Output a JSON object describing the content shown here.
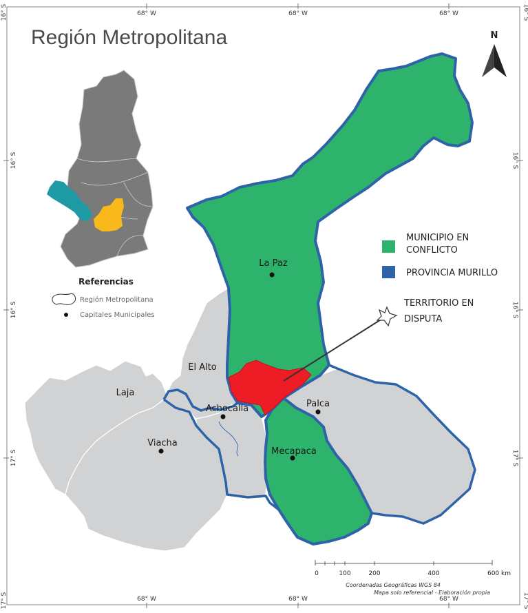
{
  "title": "Región Metropolitana",
  "north": "N",
  "coordinates": {
    "top": [
      "68° W",
      "68° W",
      "68° W"
    ],
    "bottom": [
      "68° W",
      "68° W",
      "68° W"
    ],
    "corner_tl": "16° S",
    "corner_tr": "16° S",
    "corner_bl": "17° S",
    "corner_br": "17° S",
    "left": [
      "16° S",
      "16° S",
      "17° S"
    ],
    "right": [
      "16° S",
      "16° S",
      "17° S"
    ]
  },
  "cities": {
    "la_paz": "La Paz",
    "el_alto": "El Alto",
    "laja": "Laja",
    "achocalla": "Achocalla",
    "viacha": "Viacha",
    "palca": "Palca",
    "mecapaca": "Mecapaca"
  },
  "legend": {
    "municipio_line1": "MUNICIPIO EN",
    "municipio_line2": "CONFLICTO",
    "provincia": "PROVINCIA MURILLO",
    "territorio_line1": "TERRITORIO EN",
    "territorio_line2": "DISPUTA"
  },
  "references": {
    "title": "Referencias",
    "region": "Región Metropolitana",
    "capitals": "Capitales Municipales"
  },
  "scale": {
    "ticks": [
      "0",
      "100",
      "200",
      "400",
      "600 km"
    ]
  },
  "footer": {
    "line1": "Coordenadas Geográficas WGS 84",
    "line2": "Mapa solo referencial - Elaboración propia"
  },
  "colors": {
    "conflict": "#2db36b",
    "murillo": "#2f63a8",
    "dispute": "#ee1c24",
    "other": "#d1d2d4",
    "inset_gray": "#7a7a7a",
    "inset_teal": "#1e9aa4",
    "inset_yellow": "#f9b81b"
  }
}
